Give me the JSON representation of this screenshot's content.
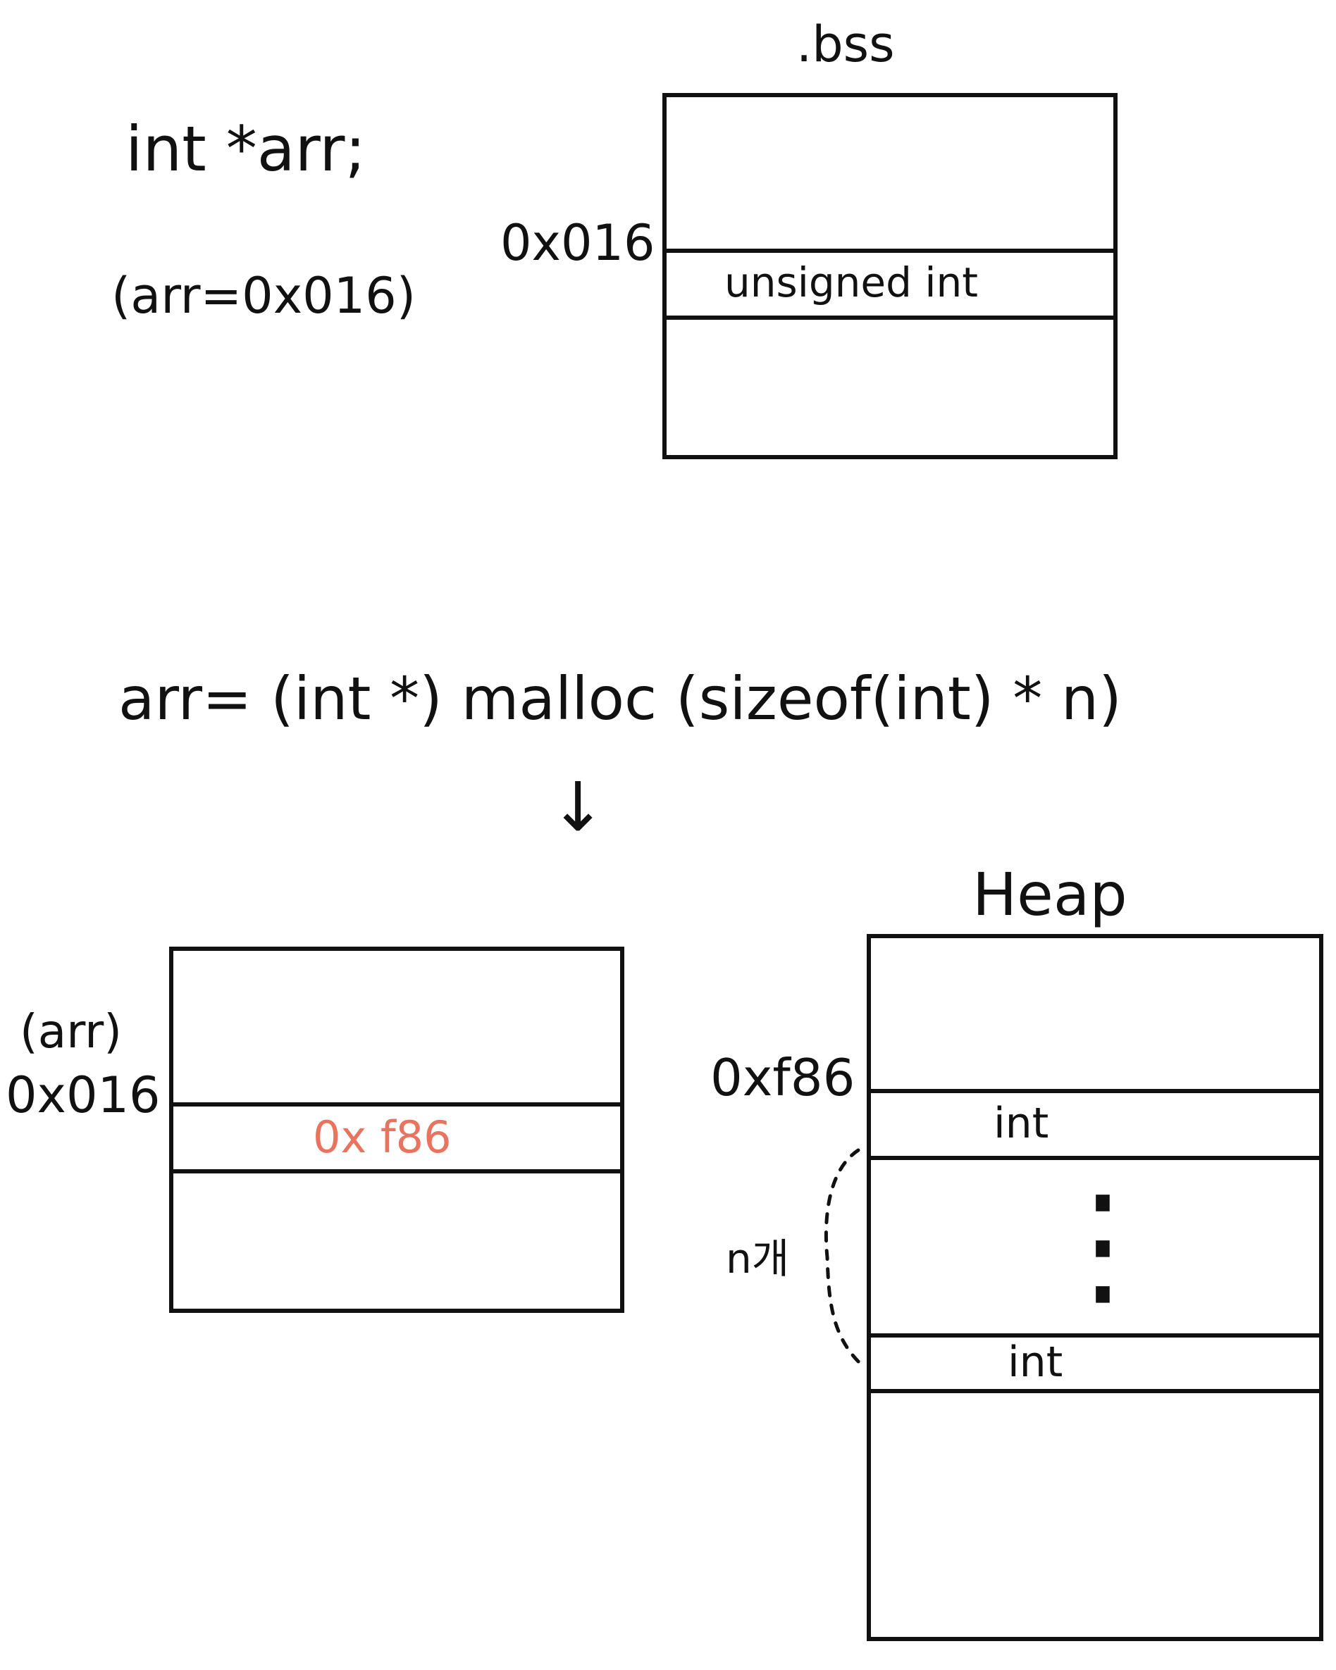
{
  "top": {
    "declaration": "int *arr;",
    "address_note": "(arr=0x016)",
    "segment_title": ".bss",
    "slot_address": "0x016",
    "slot_content": "unsigned int"
  },
  "middle": {
    "statement": "arr= (int *) malloc (sizeof(int) * n)",
    "arrow_glyph": "↓"
  },
  "bottom_left": {
    "var_label": "(arr)",
    "slot_address": "0x016",
    "slot_content": "0x f86",
    "highlight_color": "#e8735f"
  },
  "bottom_right": {
    "segment_title": "Heap",
    "slot_address": "0xf86",
    "first_cell": "int",
    "ellipsis": "⋮",
    "last_cell": "int",
    "count_label": "n개"
  },
  "colors": {
    "ink": "#111111",
    "highlight": "#e8735f",
    "background": "#ffffff"
  }
}
